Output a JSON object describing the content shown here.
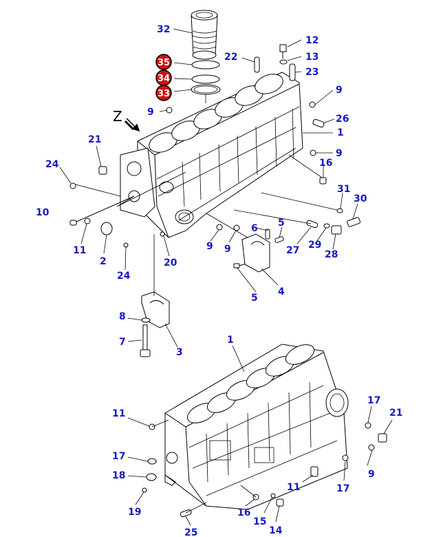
{
  "view_marker": "Z",
  "upper_labels": [
    {
      "id": "32",
      "text": "32"
    },
    {
      "id": "12",
      "text": "12"
    },
    {
      "id": "22",
      "text": "22"
    },
    {
      "id": "13",
      "text": "13"
    },
    {
      "id": "23",
      "text": "23"
    },
    {
      "id": "9a",
      "text": "9"
    },
    {
      "id": "9b",
      "text": "9"
    },
    {
      "id": "26",
      "text": "26"
    },
    {
      "id": "1a",
      "text": "1"
    },
    {
      "id": "21a",
      "text": "21"
    },
    {
      "id": "9c",
      "text": "9"
    },
    {
      "id": "24a",
      "text": "24"
    },
    {
      "id": "16a",
      "text": "16"
    },
    {
      "id": "31",
      "text": "31"
    },
    {
      "id": "30",
      "text": "30"
    },
    {
      "id": "10",
      "text": "10"
    },
    {
      "id": "6",
      "text": "6"
    },
    {
      "id": "5a",
      "text": "5"
    },
    {
      "id": "11a",
      "text": "11"
    },
    {
      "id": "9d",
      "text": "9"
    },
    {
      "id": "9e",
      "text": "9"
    },
    {
      "id": "27",
      "text": "27"
    },
    {
      "id": "29",
      "text": "29"
    },
    {
      "id": "28",
      "text": "28"
    },
    {
      "id": "2",
      "text": "2"
    },
    {
      "id": "20",
      "text": "20"
    },
    {
      "id": "24b",
      "text": "24"
    },
    {
      "id": "4",
      "text": "4"
    },
    {
      "id": "5b",
      "text": "5"
    },
    {
      "id": "8",
      "text": "8"
    },
    {
      "id": "7",
      "text": "7"
    },
    {
      "id": "3",
      "text": "3"
    }
  ],
  "badges": [
    {
      "id": "35",
      "text": "35"
    },
    {
      "id": "34",
      "text": "34"
    },
    {
      "id": "33",
      "text": "33"
    }
  ],
  "lower_labels": [
    {
      "id": "1b",
      "text": "1"
    },
    {
      "id": "17a",
      "text": "17"
    },
    {
      "id": "21b",
      "text": "21"
    },
    {
      "id": "11b",
      "text": "11"
    },
    {
      "id": "17b",
      "text": "17"
    },
    {
      "id": "9f",
      "text": "9"
    },
    {
      "id": "18",
      "text": "18"
    },
    {
      "id": "11c",
      "text": "11"
    },
    {
      "id": "17c",
      "text": "17"
    },
    {
      "id": "19",
      "text": "19"
    },
    {
      "id": "16b",
      "text": "16"
    },
    {
      "id": "15",
      "text": "15"
    },
    {
      "id": "14",
      "text": "14"
    },
    {
      "id": "25",
      "text": "25"
    }
  ],
  "colors": {
    "label": "#1818c8",
    "badge": "#d01010",
    "line": "#000000"
  }
}
